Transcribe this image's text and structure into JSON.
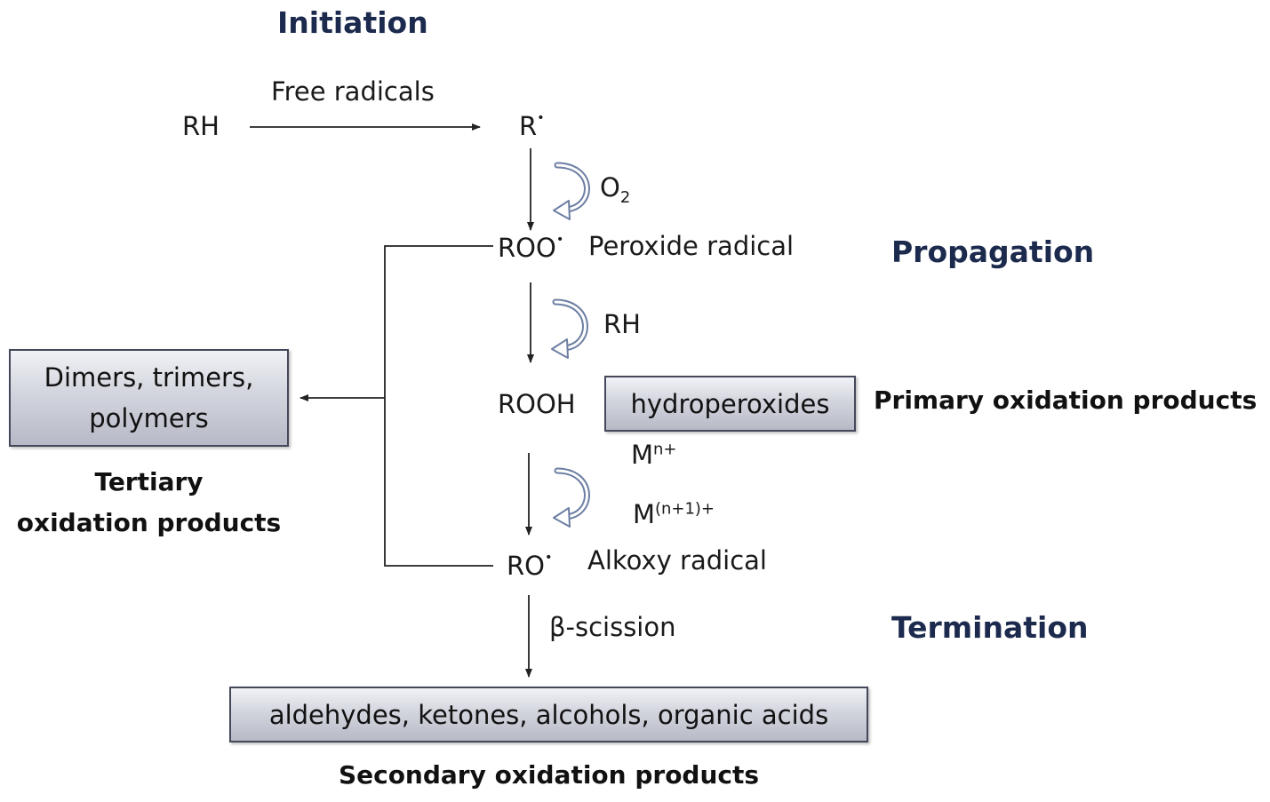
{
  "stages": {
    "initiation": "Initiation",
    "propagation": "Propagation",
    "termination": "Termination"
  },
  "species": {
    "rh_start": "RH",
    "r_radical": "R",
    "roo_radical": "ROO",
    "rooh": "ROOH",
    "ro_radical": "RO",
    "radical_dot": "•"
  },
  "labels": {
    "free_radicals": "Free radicals",
    "o2_base": "O",
    "o2_sub": "2",
    "peroxide_radical": "Peroxide radical",
    "rh_reagent": "RH",
    "metal_base": "M",
    "metal_low_sup": "n+",
    "metal_high_sup": "(n+1)+",
    "alkoxy_radical": "Alkoxy radical",
    "beta_scission": "β-scission"
  },
  "boxes": {
    "hydroperoxides": "hydroperoxides",
    "dimers_line1": "Dimers, trimers,",
    "dimers_line2": "polymers",
    "secondary_list": "aldehydes, ketones, alcohols, organic acids"
  },
  "captions": {
    "primary": "Primary oxidation products",
    "tertiary_line1": "Tertiary",
    "tertiary_line2": "oxidation products",
    "secondary": "Secondary oxidation products"
  },
  "colors": {
    "stage_title": "#1c2a4e",
    "curved_arrow": "#6d7fa3"
  }
}
